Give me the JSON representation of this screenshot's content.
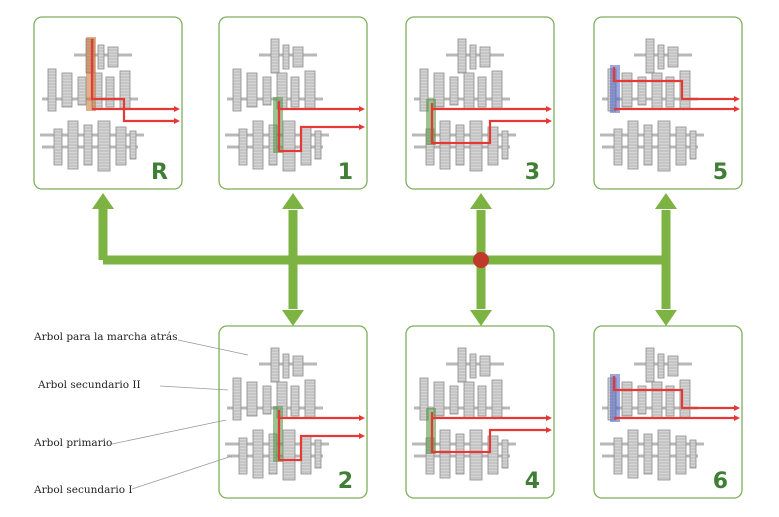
{
  "colors": {
    "panel_border": "#7fae5a",
    "connector": "#7cb342",
    "number": "#3f7f35",
    "power_flow": "#e53935",
    "gear": "#d4d4d4",
    "gear_edge": "#8a8a8a",
    "hub": "#c0392b",
    "shaft": "#b8b8b8",
    "selector": "#c96d2c",
    "selector_blue": "#4a5fc1"
  },
  "panels": [
    {
      "id": "R",
      "label": "R",
      "selector": "reverse",
      "selector_color": "orange"
    },
    {
      "id": "1",
      "label": "1",
      "selector": "lower",
      "selector_color": "green"
    },
    {
      "id": "3",
      "label": "3",
      "selector": "middle",
      "selector_color": "green"
    },
    {
      "id": "5",
      "label": "5",
      "selector": "upper",
      "selector_color": "blue"
    },
    {
      "id": "2",
      "label": "2",
      "selector": "lower",
      "selector_color": "green"
    },
    {
      "id": "4",
      "label": "4",
      "selector": "middle",
      "selector_color": "green"
    },
    {
      "id": "6",
      "label": "6",
      "selector": "upper",
      "selector_color": "blue"
    }
  ],
  "labels": {
    "reverse_shaft": "Arbol para la marcha atrás",
    "secondary_shaft_2": "Arbol secundario II",
    "primary_shaft": "Arbol primario",
    "secondary_shaft_1": "Arbol secundario I"
  },
  "icons": {
    "connector_arrow": "arrow-head-icon",
    "hub": "hub-dot-icon"
  }
}
